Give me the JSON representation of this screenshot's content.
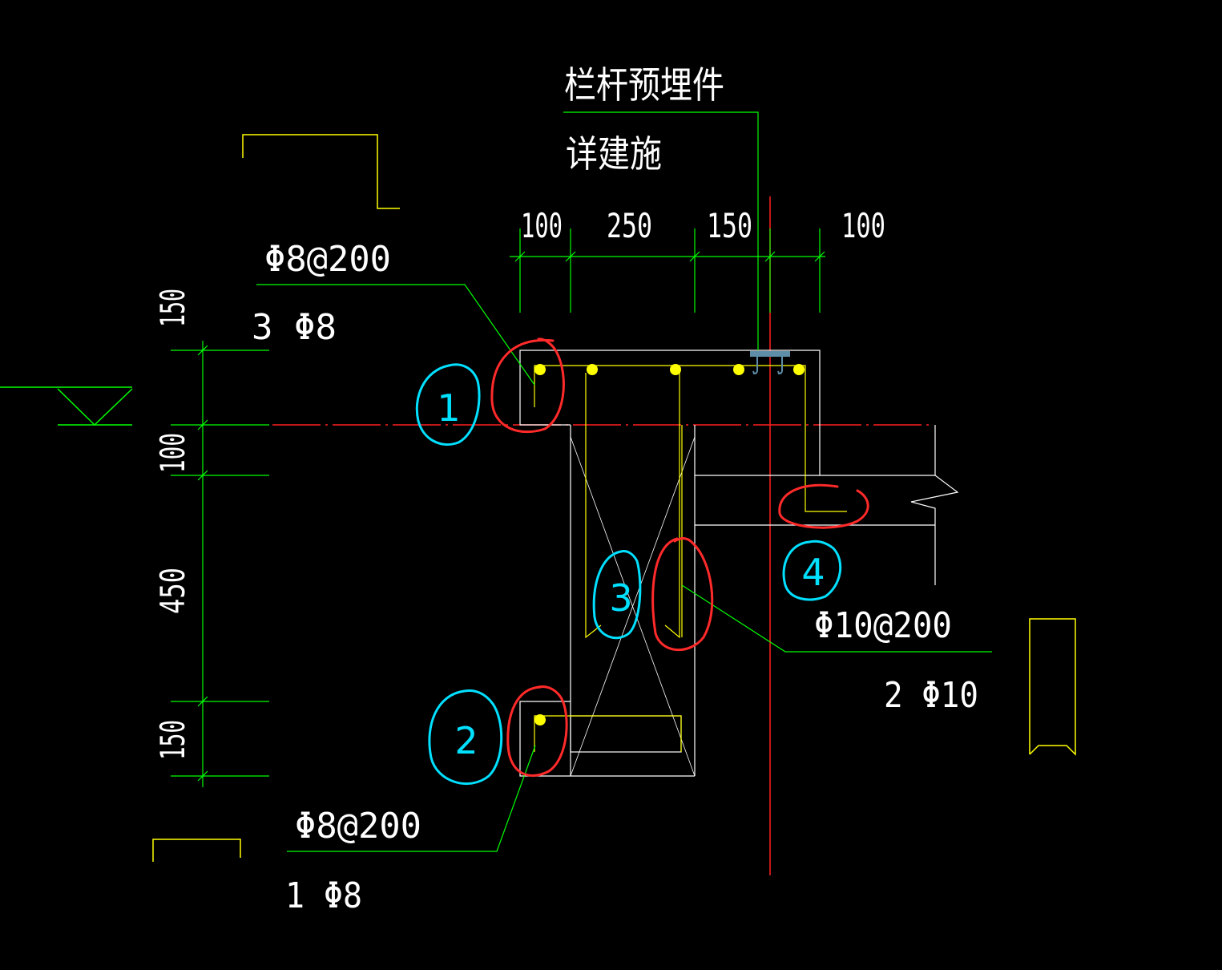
{
  "annotations": {
    "embed_title": "栏杆预埋件",
    "embed_sub": "详建施",
    "top_rebar_spec": "Φ8@200",
    "top_rebar_count": "3 Φ8",
    "bottom_rebar_spec": "Φ8@200",
    "bottom_rebar_count": "1 Φ8",
    "right_rebar_spec": "Φ10@200",
    "right_rebar_count": "2 Φ10"
  },
  "dimensions": {
    "top": [
      "100",
      "250",
      "150",
      "100"
    ],
    "left": [
      "150",
      "100",
      "450",
      "150"
    ]
  },
  "markers": [
    "1",
    "2",
    "3",
    "4"
  ],
  "colors": {
    "background": "#000000",
    "dimension_line": "#00ff00",
    "concrete_outline": "#ffffff",
    "rebar": "#ffff00",
    "axis_line": "#ff2020",
    "marker_cyan": "#00e0ff",
    "marker_red": "#ff2a2a",
    "embed_plate": "#5f8fa8"
  }
}
